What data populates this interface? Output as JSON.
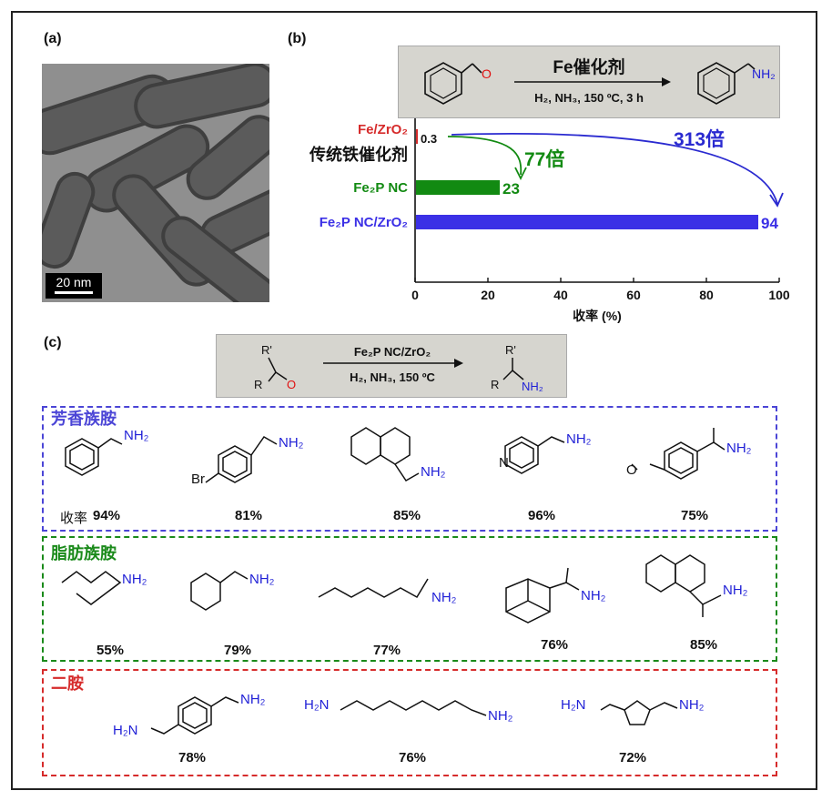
{
  "panel_labels": {
    "a": "(a)",
    "b": "(b)",
    "c": "(c)"
  },
  "tem": {
    "scale_bar": "20 nm"
  },
  "reaction_b": {
    "catalyst": "Fe催化剂",
    "conditions": "H₂, NH₃, 150 ºC, 3 h",
    "product_group": "NH₂",
    "carbonyl": "O"
  },
  "reaction_c": {
    "catalyst": "Fe₂P NC/ZrO₂",
    "conditions": "H₂, NH₃, 150 ºC",
    "r1": "R'",
    "r": "R",
    "product_group": "NH₂",
    "carbonyl": "O"
  },
  "traditional_label": "传统铁催化剂",
  "fold_labels": {
    "green": "77倍",
    "blue": "313倍"
  },
  "chart_data": {
    "type": "bar",
    "orientation": "horizontal",
    "categories": [
      "Fe/ZrO₂",
      "Fe₂P NC",
      "Fe₂P NC/ZrO₂"
    ],
    "values": [
      0.3,
      23,
      94
    ],
    "value_labels": [
      "0.3",
      "23",
      "94"
    ],
    "colors": [
      "#d62b2b",
      "#128a12",
      "#3b30e6"
    ],
    "xlabel": "收率 (%)",
    "xlim": [
      0,
      100
    ],
    "xticks": [
      "0",
      "20",
      "40",
      "60",
      "80",
      "100"
    ]
  },
  "groups": {
    "aromatic": {
      "title": "芳香族胺",
      "color": "#4b45d6",
      "yield_prefix": "收率",
      "yields": [
        "94%",
        "81%",
        "85%",
        "96%",
        "75%"
      ]
    },
    "aliphatic": {
      "title": "脂肪族胺",
      "color": "#1a8a1a",
      "yields": [
        "55%",
        "79%",
        "77%",
        "76%",
        "85%"
      ]
    },
    "diamine": {
      "title": "二胺",
      "color": "#d62b2b",
      "yields": [
        "78%",
        "76%",
        "72%"
      ]
    }
  },
  "atoms": {
    "nh2": "NH₂",
    "h2n": "H₂N",
    "br": "Br",
    "n": "N",
    "o": "O"
  },
  "colors": {
    "amine": "#1f1fd6",
    "oxygen": "#e01010"
  }
}
